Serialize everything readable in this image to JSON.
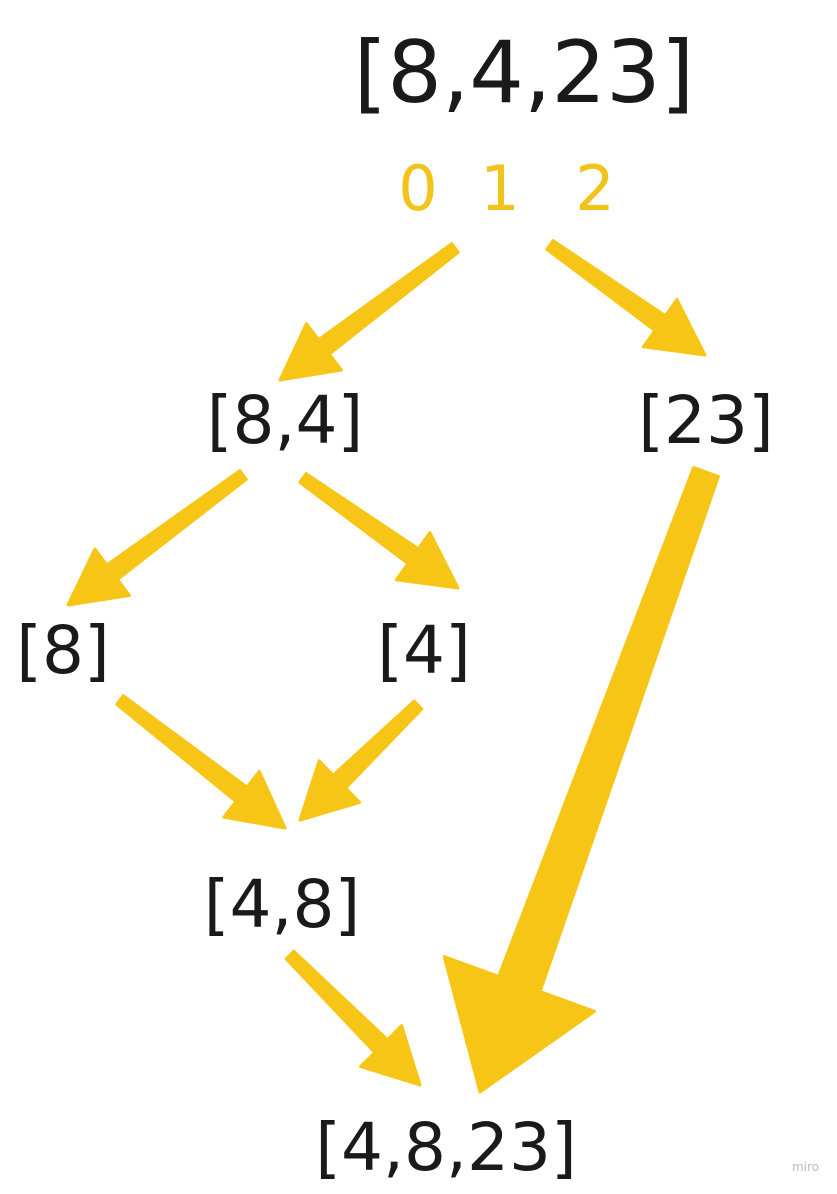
{
  "colors": {
    "arrow": "#F7C516",
    "index": "#F2C318",
    "text": "#1a1a1a",
    "background": "#ffffff"
  },
  "nodes": {
    "root": "[8,4,23]",
    "left_split": "[8,4]",
    "right_split": "[23]",
    "leaf_8": "[8]",
    "leaf_4": "[4]",
    "merge_4_8": "[4,8]",
    "result": "[4,8,23]"
  },
  "indices": [
    "0",
    "1",
    "2"
  ],
  "edges": [
    {
      "from": "root",
      "to": "left_split"
    },
    {
      "from": "root",
      "to": "right_split"
    },
    {
      "from": "left_split",
      "to": "leaf_8"
    },
    {
      "from": "left_split",
      "to": "leaf_4"
    },
    {
      "from": "leaf_8",
      "to": "merge_4_8"
    },
    {
      "from": "leaf_4",
      "to": "merge_4_8"
    },
    {
      "from": "merge_4_8",
      "to": "result"
    },
    {
      "from": "right_split",
      "to": "result"
    }
  ],
  "watermark": "miro"
}
